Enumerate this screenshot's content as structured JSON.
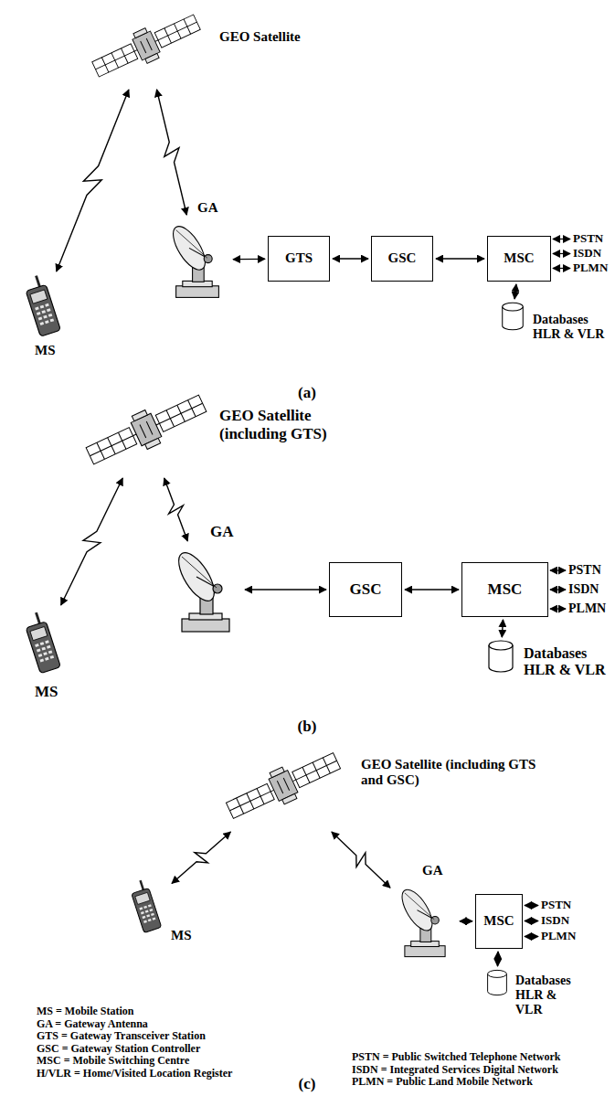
{
  "diagram": {
    "nodes": [
      {
        "text": [
          "MS"
        ]
      },
      {
        "text": [
          "GEO Satellite"
        ]
      },
      {
        "text": [
          "GA"
        ]
      },
      {
        "text": [
          "GTS"
        ]
      },
      {
        "text": [
          "GSC"
        ]
      },
      {
        "text": [
          "MSC"
        ]
      },
      {
        "text": [
          "Databases HLR & VLR"
        ]
      },
      {
        "text": [
          "MS"
        ]
      },
      {
        "text": [
          "GEO Satellite (including GTS)"
        ]
      },
      {
        "text": [
          "GA"
        ]
      },
      {
        "text": [
          "GSC"
        ]
      },
      {
        "text": [
          "MSC"
        ]
      },
      {
        "text": [
          "Databases HLR & VLR"
        ]
      },
      {
        "text": [
          "MS"
        ]
      },
      {
        "text": [
          "GEO Satellite (including GTS and GSC)"
        ]
      },
      {
        "text": [
          "GA"
        ]
      },
      {
        "text": [
          "MSC"
        ]
      },
      {
        "text": [
          "Databases HLR & VLR"
        ]
      }
    ],
    "edges": [
      {
        "from": 0,
        "to": 1,
        "arrow": "both"
      },
      {
        "from": 1,
        "to": 2,
        "arrow": "both"
      },
      {
        "from": 2,
        "to": 3,
        "arrow": "both"
      },
      {
        "from": 3,
        "to": 4,
        "arrow": "both"
      },
      {
        "from": 4,
        "to": 5,
        "arrow": "both"
      },
      {
        "from": 5,
        "to": 6,
        "arrow": "both"
      },
      {
        "from": 7,
        "to": 8,
        "arrow": "both"
      },
      {
        "from": 8,
        "to": 9,
        "arrow": "both"
      },
      {
        "from": 9,
        "to": 10,
        "arrow": "both"
      },
      {
        "from": 10,
        "to": 11,
        "arrow": "both"
      },
      {
        "from": 11,
        "to": 12,
        "arrow": "both"
      },
      {
        "from": 13,
        "to": 14,
        "arrow": "both"
      },
      {
        "from": 14,
        "to": 15,
        "arrow": "both"
      },
      {
        "from": 15,
        "to": 16,
        "arrow": "both"
      },
      {
        "from": 16,
        "to": 17,
        "arrow": "both"
      }
    ],
    "labels": [
      "PSTN",
      "ISDN",
      "PLMN",
      "(a)",
      "PSTN",
      "ISDN",
      "PLMN",
      "(b)",
      "PSTN",
      "ISDN",
      "PLMN",
      "MS = Mobile Station",
      "GA = Gateway Antenna",
      "GTS = Gateway Transceiver Station",
      "GSC = Gateway Station Controller",
      "MSC = Mobile Switching Centre",
      "H/VLR = Home/Visited Location Register",
      "PSTN = Public Switched Telephone Network",
      "ISDN = Integrated Services Digital Network",
      "PLMN = Public Land Mobile Network",
      "(c)"
    ]
  }
}
